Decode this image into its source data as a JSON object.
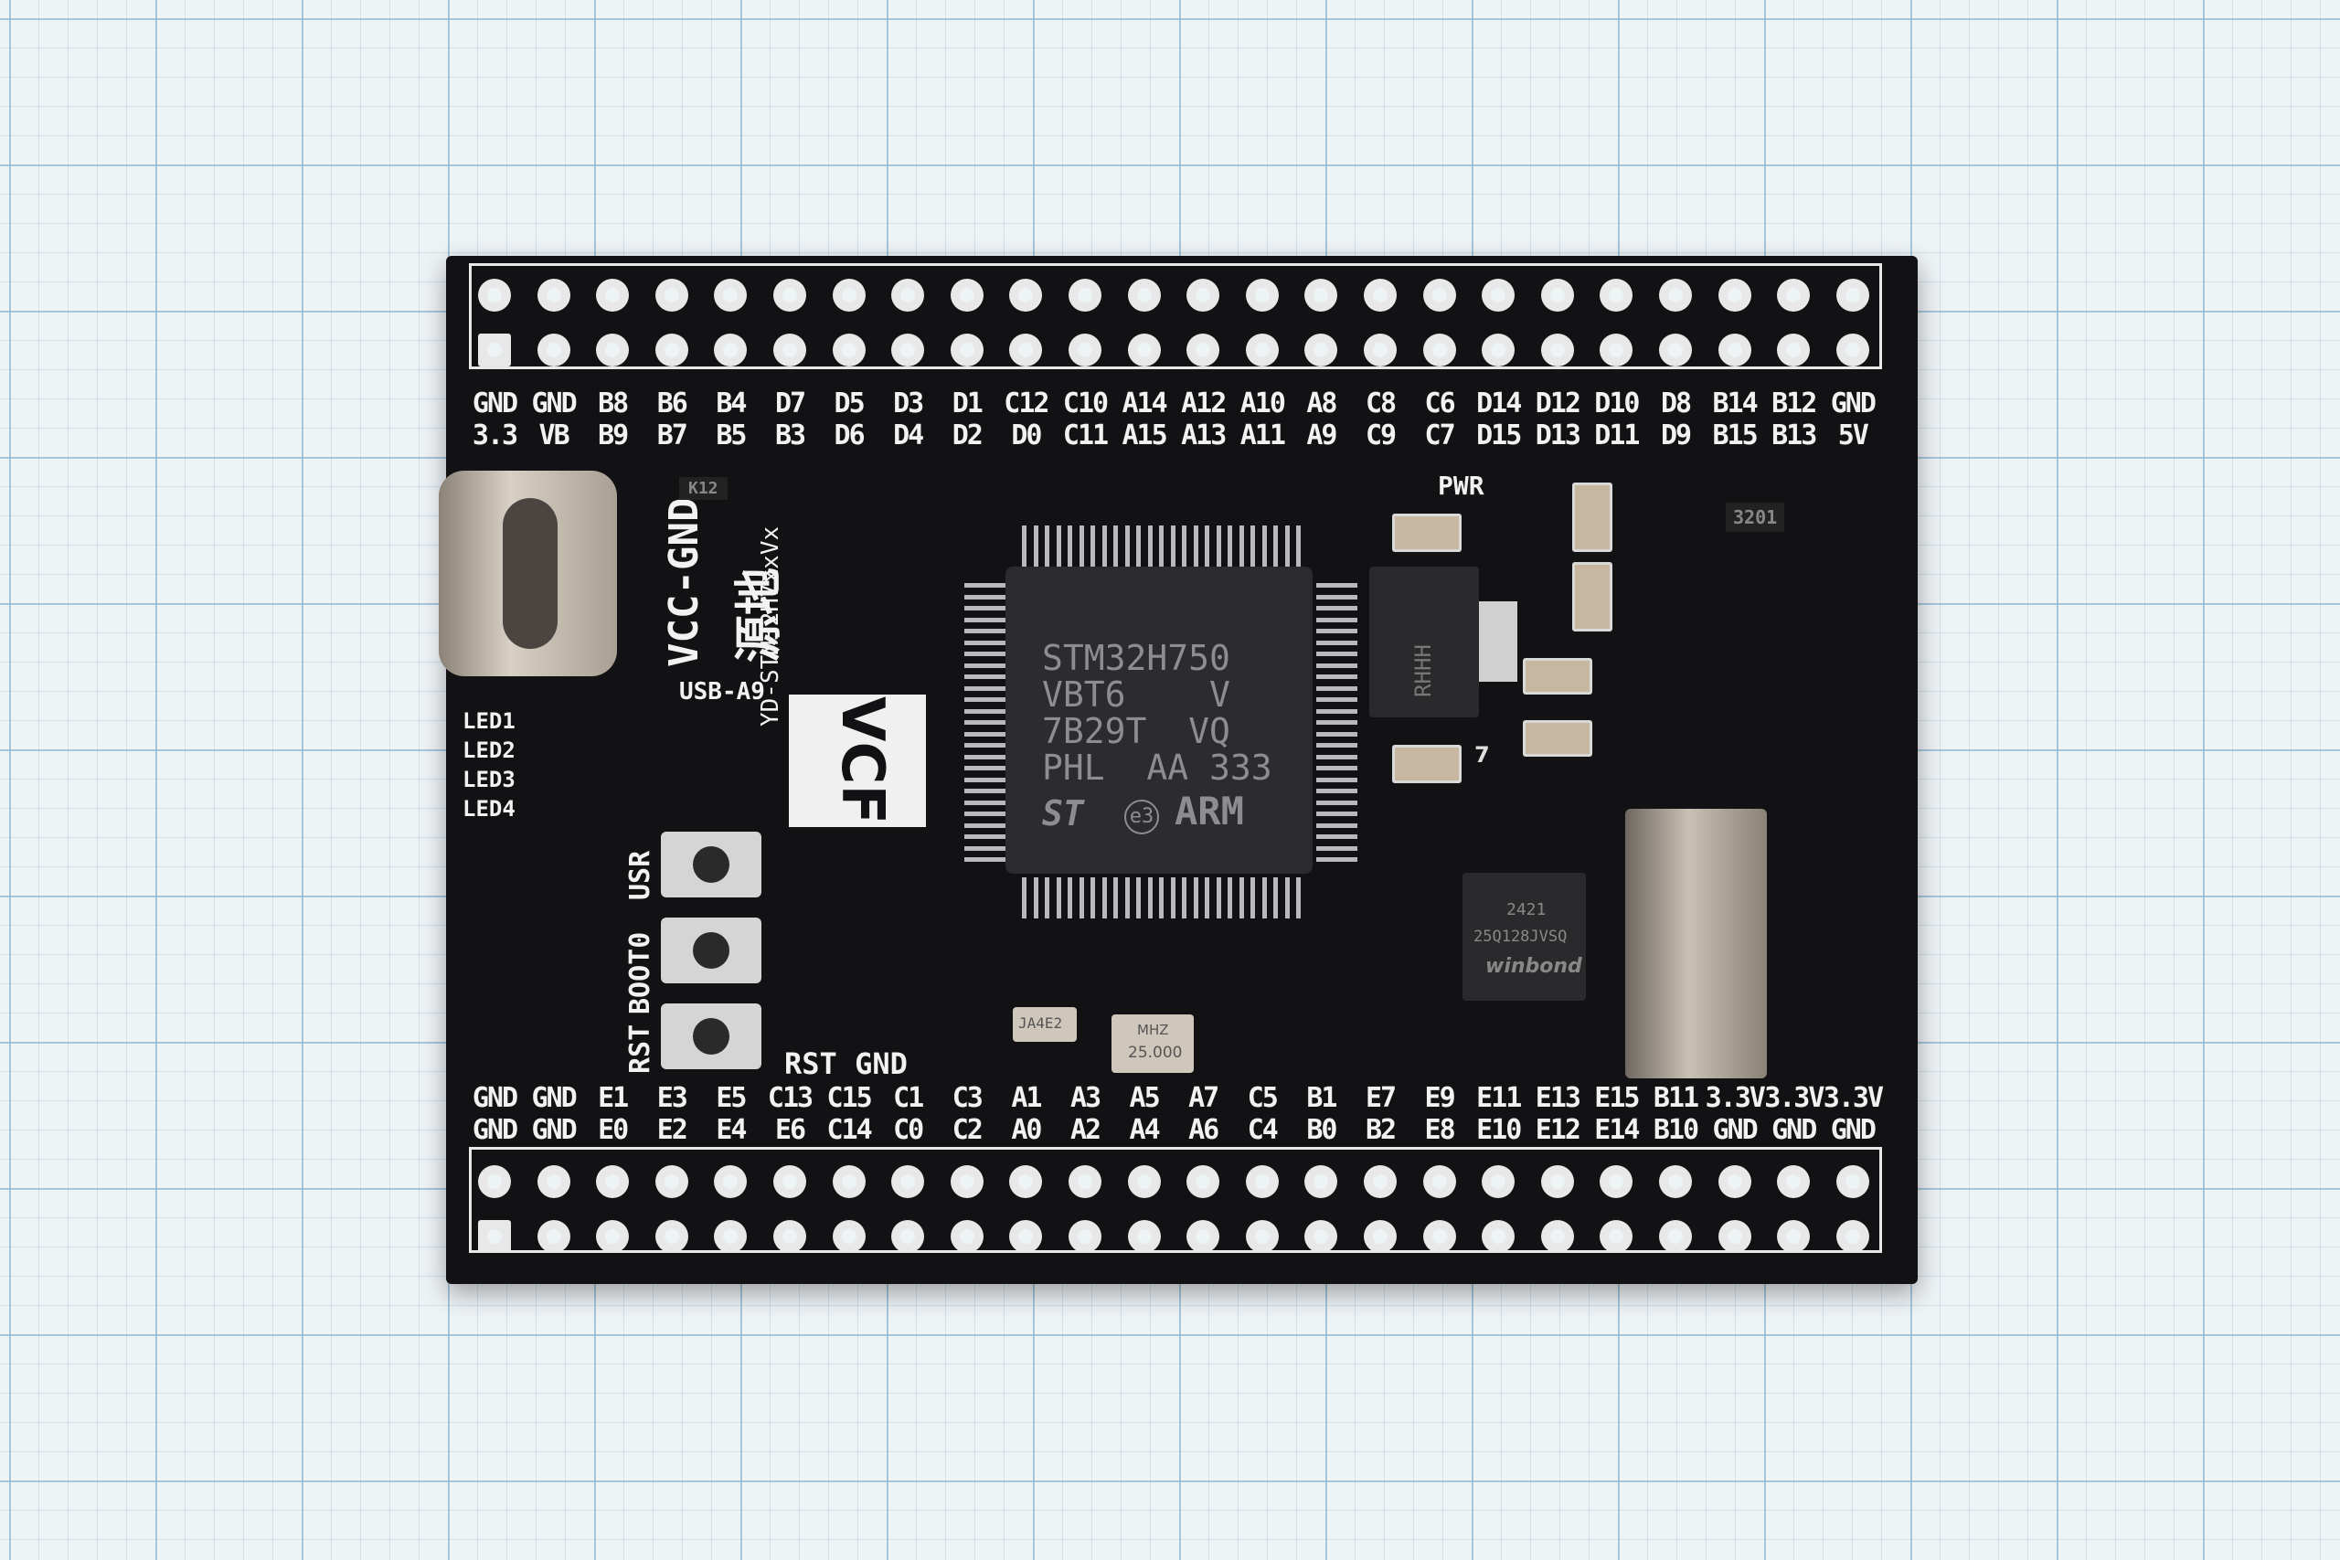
{
  "top_labels_row1": [
    "GND",
    "GND",
    "B8",
    "B6",
    "B4",
    "D7",
    "D5",
    "D3",
    "D1",
    "C12",
    "C10",
    "A14",
    "A12",
    "A10",
    "A8",
    "C8",
    "C6",
    "D14",
    "D12",
    "D10",
    "D8",
    "B14",
    "B12",
    "GND"
  ],
  "top_labels_row2": [
    "3.3",
    "VB",
    "B9",
    "B7",
    "B5",
    "B3",
    "D6",
    "D4",
    "D2",
    "D0",
    "C11",
    "A15",
    "A13",
    "A11",
    "A9",
    "C9",
    "C7",
    "D15",
    "D13",
    "D11",
    "D9",
    "B15",
    "B13",
    "5V"
  ],
  "bottom_labels_row1": [
    "GND",
    "GND",
    "E1",
    "E3",
    "E5",
    "C13",
    "C15",
    "C1",
    "C3",
    "A1",
    "A3",
    "A5",
    "A7",
    "C5",
    "B1",
    "E7",
    "E9",
    "E11",
    "E13",
    "E15",
    "B11",
    "3.3V",
    "3.3V",
    "3.3V"
  ],
  "bottom_labels_row2": [
    "GND",
    "GND",
    "E0",
    "E2",
    "E4",
    "E6",
    "C14",
    "C0",
    "C2",
    "A0",
    "A2",
    "A4",
    "A6",
    "C4",
    "B0",
    "B2",
    "E8",
    "E10",
    "E12",
    "E14",
    "B10",
    "GND",
    "GND",
    "GND"
  ],
  "chip_lines": [
    "STM32H750",
    "VBT6    V",
    "7B29T  VQ",
    "PHL  AA 333"
  ],
  "chip_logo_st": "ST",
  "chip_logo_e3": "e3",
  "chip_logo_arm": "ARM",
  "brand": "VCC-GND",
  "brand_cn": "源地",
  "model": "YD-STM32H7xxVx",
  "usb_label": "USB-A9",
  "pwr_label": "PWR",
  "led_labels": [
    "LED1",
    "LED2",
    "LED3",
    "LED4"
  ],
  "side_labels": [
    "USR",
    "BOOT0",
    "RST"
  ],
  "rst_gnd_label": "RST GND",
  "regulator_text": "RHHH",
  "diode_text": "K12",
  "ic_small_text": "3201",
  "crystal_small_text": "JA4E2",
  "crystal_text_1": "25.000",
  "crystal_text_2": "MHZ",
  "flash_brand": "winbond",
  "flash_text_1": "25Q128JVSQ",
  "flash_text_2": "2421",
  "cap_text": "7",
  "logo_letters": "VCF"
}
